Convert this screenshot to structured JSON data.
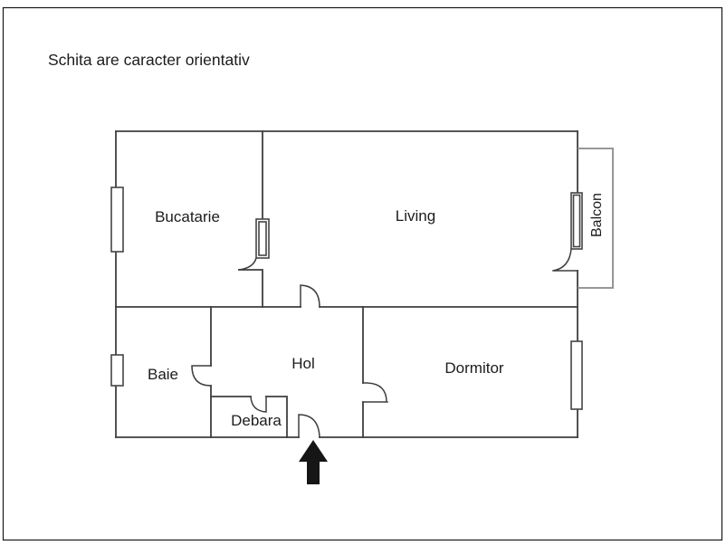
{
  "title": "Schita are caracter orientativ",
  "floorplan": {
    "rooms": {
      "bucatarie": {
        "label": "Bucatarie"
      },
      "living": {
        "label": "Living"
      },
      "balcon": {
        "label": "Balcon"
      },
      "baie": {
        "label": "Baie"
      },
      "hol": {
        "label": "Hol"
      },
      "debara": {
        "label": "Debara"
      },
      "dormitor": {
        "label": "Dormitor"
      }
    },
    "colors": {
      "wall": "#3f3f3f",
      "balcony": "#8a8a8a",
      "text": "#1c1c1c",
      "arrow": "#161616",
      "border": "#1a1a1a",
      "background": "#ffffff"
    }
  }
}
